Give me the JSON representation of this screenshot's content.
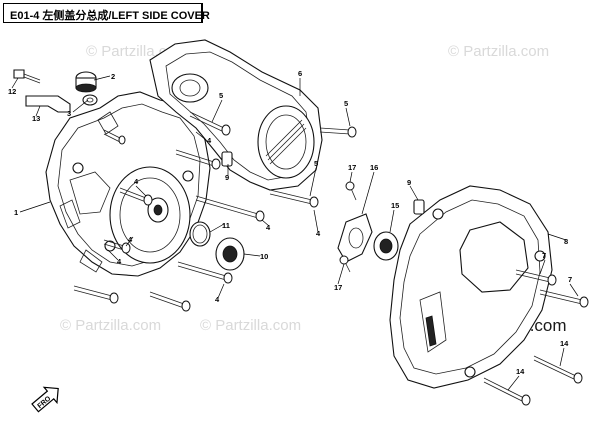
{
  "title": "E01-4 左侧盖分总成/LEFT SIDE COVER",
  "watermarks": [
    "© Partzilla.com",
    "© Partzilla.com",
    "© Partzilla.com",
    "© Partzilla.com"
  ],
  "watermark_main": "© Partzilla.com",
  "arrow_label": "FRO",
  "callouts": [
    "1",
    "2",
    "3",
    "4",
    "4",
    "4",
    "4",
    "4",
    "4",
    "4",
    "5",
    "5",
    "5",
    "6",
    "7",
    "7",
    "8",
    "9",
    "9",
    "10",
    "11",
    "12",
    "13",
    "14",
    "14",
    "15",
    "16",
    "17",
    "17"
  ],
  "colors": {
    "line": "#111111",
    "watermark": "#d9d9d9",
    "background": "#ffffff"
  }
}
